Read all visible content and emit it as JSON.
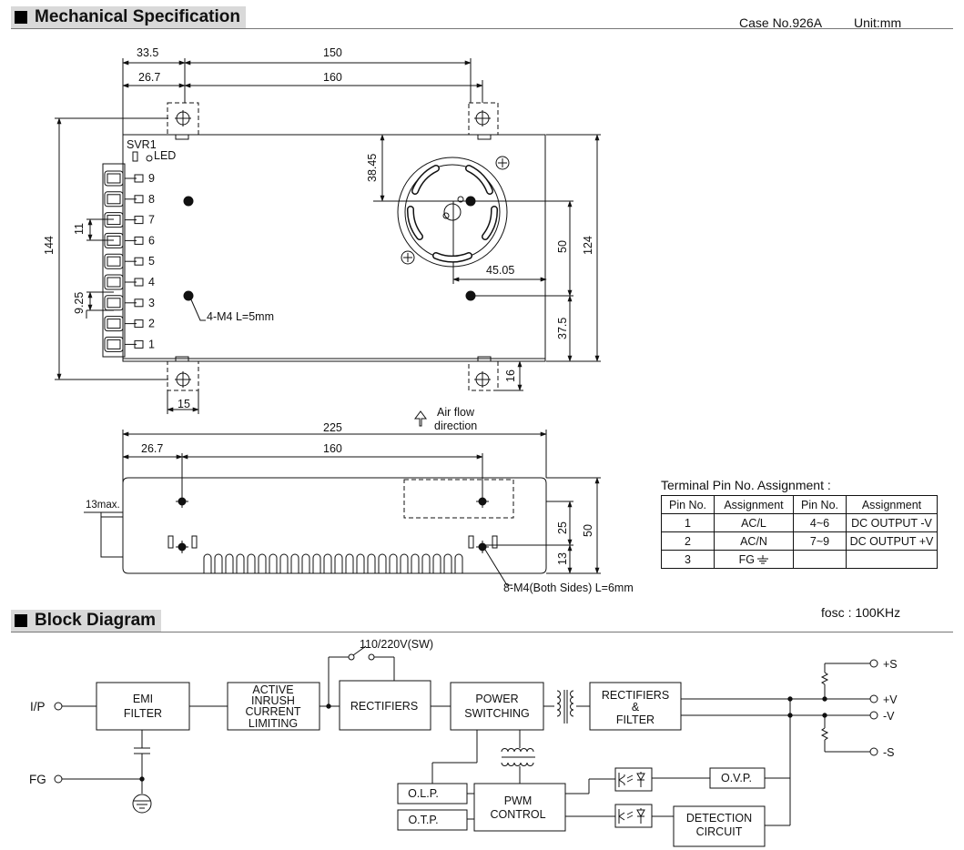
{
  "mech": {
    "header": "Mechanical Specification",
    "case_no": "Case No.926A",
    "unit": "Unit:mm"
  },
  "top_view": {
    "dims": {
      "d33_5": "33.5",
      "d150": "150",
      "d26_7": "26.7",
      "d160": "160",
      "d144": "144",
      "d11": "11",
      "d9_25": "9.25",
      "d38_45": "38.45",
      "d45_05": "45.05",
      "d50": "50",
      "d124": "124",
      "d37_5": "37.5",
      "d15": "15",
      "d16": "16"
    },
    "svr_label": "SVR1",
    "led_label": "LED",
    "mount_note": "4-M4 L=5mm",
    "pins": [
      "9",
      "8",
      "7",
      "6",
      "5",
      "4",
      "3",
      "2",
      "1"
    ]
  },
  "airflow": {
    "line1": "Air flow",
    "line2": "direction"
  },
  "side_view": {
    "dims": {
      "d225": "225",
      "d26_7": "26.7",
      "d160": "160",
      "d13max": "13max.",
      "d25": "25",
      "d50": "50",
      "d13": "13"
    },
    "mount_note": "8-M4(Both Sides) L=6mm"
  },
  "terminal_table": {
    "title": "Terminal Pin No. Assignment :",
    "headers": [
      "Pin No.",
      "Assignment",
      "Pin No.",
      "Assignment"
    ],
    "rows": [
      [
        "1",
        "AC/L",
        "4~6",
        "DC OUTPUT -V"
      ],
      [
        "2",
        "AC/N",
        "7~9",
        "DC OUTPUT +V"
      ],
      [
        "3",
        "FG",
        "",
        ""
      ]
    ]
  },
  "block": {
    "header": "Block Diagram",
    "fosc": "fosc : 100KHz",
    "switch_label": "110/220V(SW)",
    "ip": "I/P",
    "fg": "FG",
    "emi": [
      "EMI",
      "FILTER"
    ],
    "inrush": [
      "ACTIVE",
      "INRUSH",
      "CURRENT",
      "LIMITING"
    ],
    "rect1": "RECTIFIERS",
    "power": [
      "POWER",
      "SWITCHING"
    ],
    "rect2": [
      "RECTIFIERS",
      "&",
      "FILTER"
    ],
    "olp": "O.L.P.",
    "otp": "O.T.P.",
    "pwm": [
      "PWM",
      "CONTROL"
    ],
    "ovp": "O.V.P.",
    "detection": [
      "DETECTION",
      "CIRCUIT"
    ],
    "outputs": [
      "+S",
      "+V",
      "-V",
      "-S"
    ]
  }
}
